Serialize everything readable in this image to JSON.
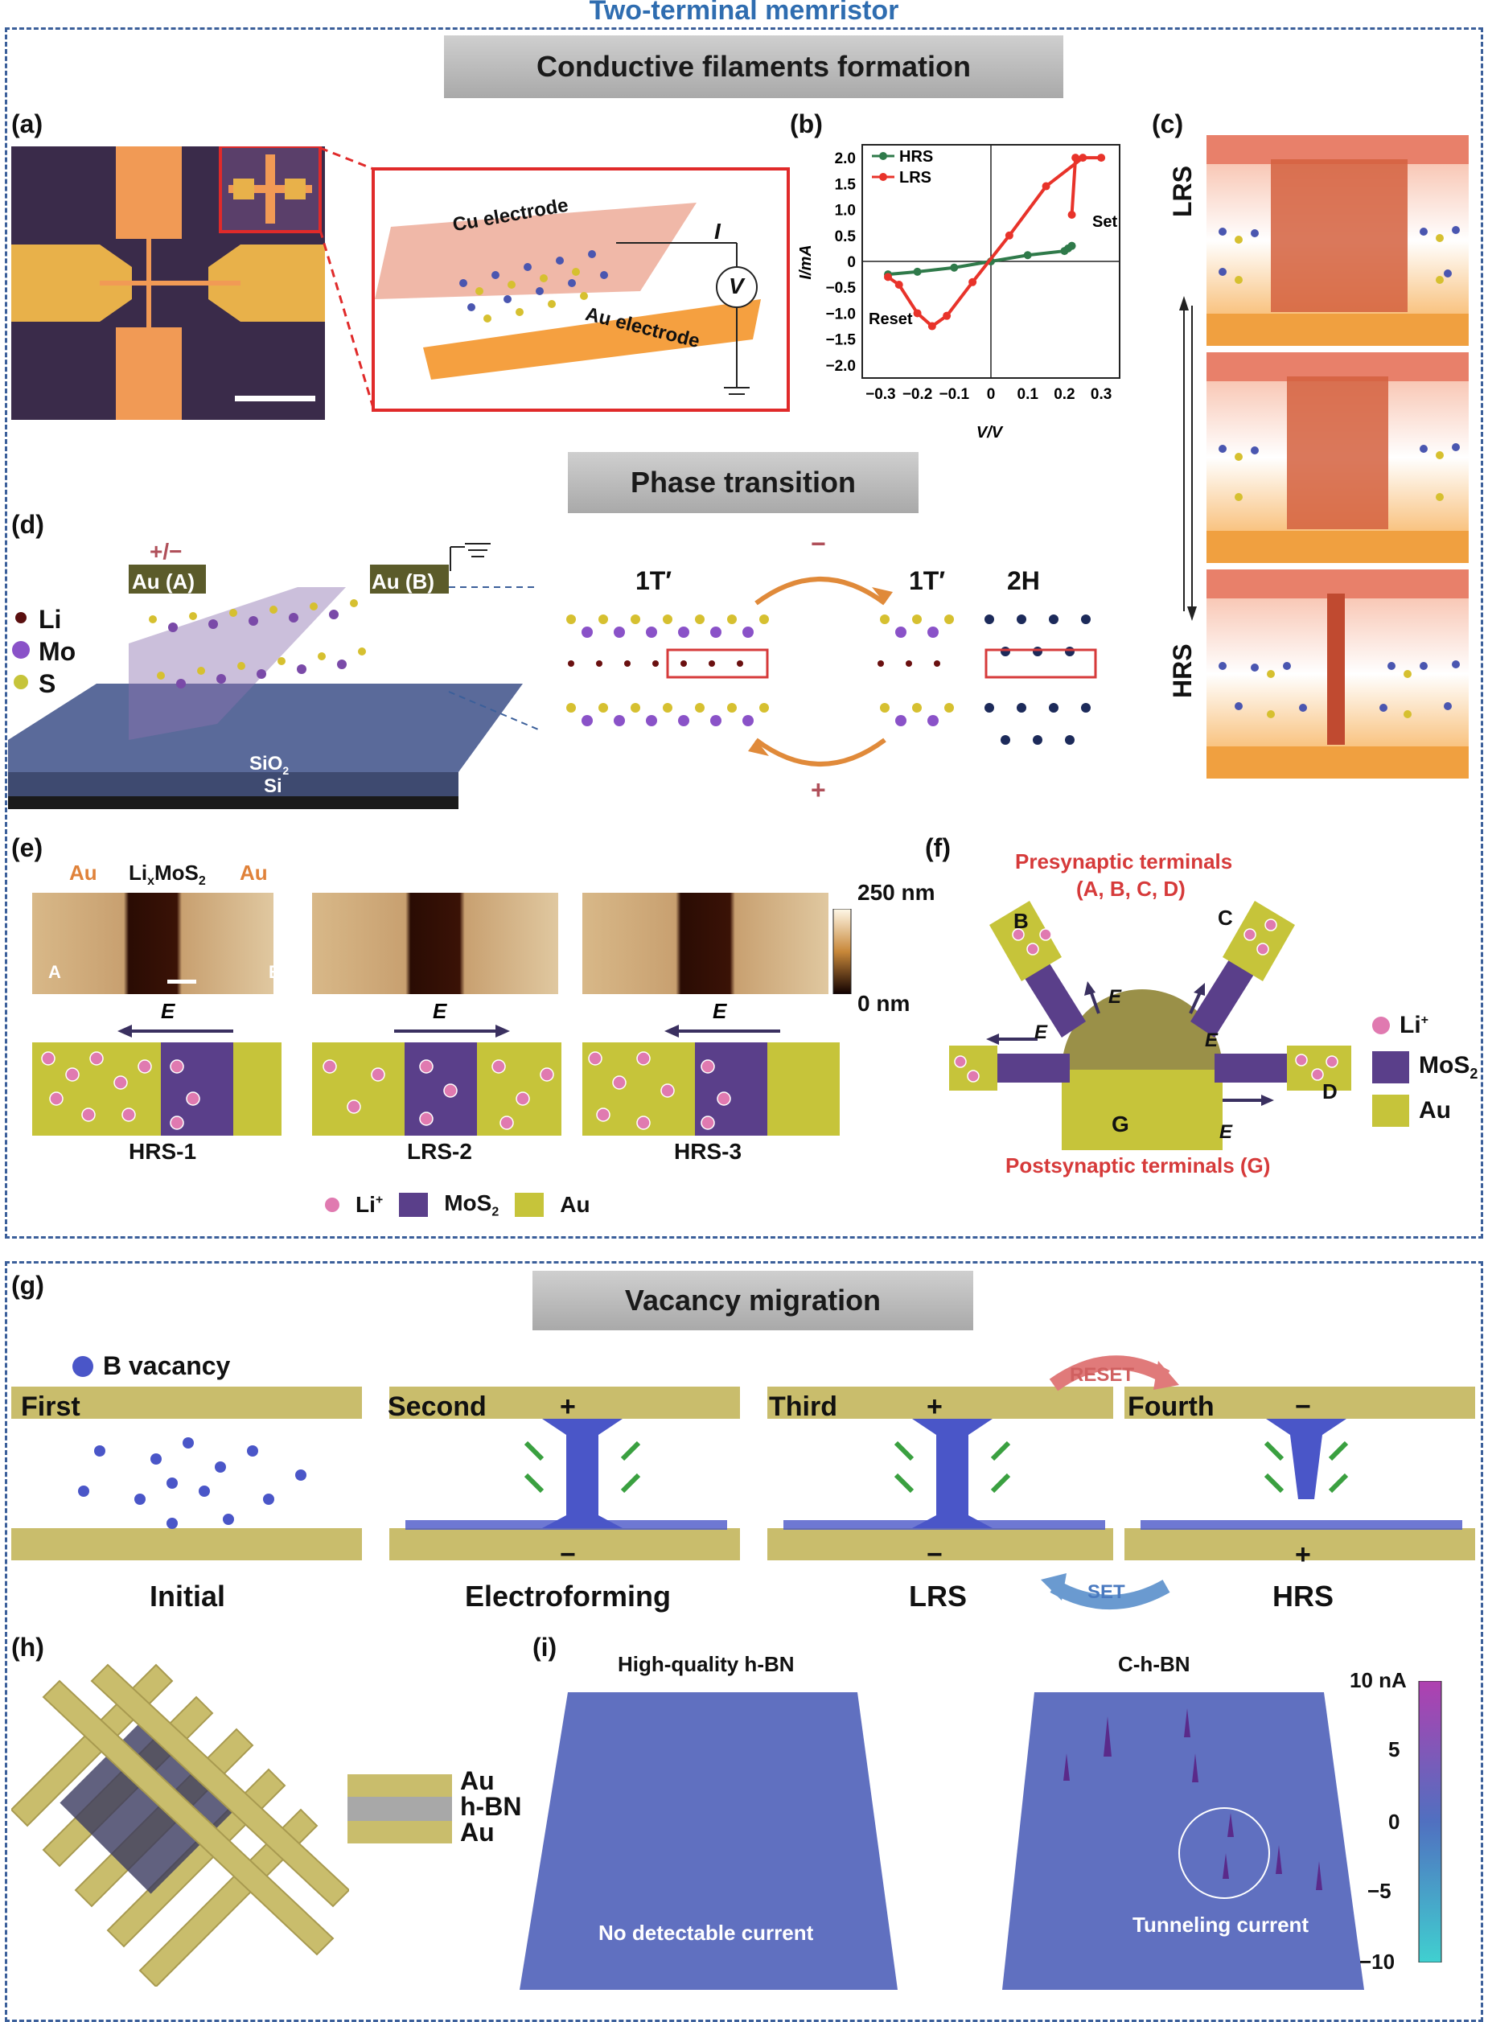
{
  "header": {
    "title": "Two-terminal memristor"
  },
  "sections": {
    "filaments": "Conductive filaments formation",
    "phase": "Phase transition",
    "vacancy": "Vacancy migration"
  },
  "panels": {
    "a": "(a)",
    "b": "(b)",
    "c": "(c)",
    "d": "(d)",
    "e": "(e)",
    "f": "(f)",
    "g": "(g)",
    "h": "(h)",
    "i": "(i)"
  },
  "panel_a": {
    "cu": "Cu electrode",
    "au": "Au electrode",
    "i": "I",
    "v": "V"
  },
  "chart_data": {
    "type": "line",
    "xlabel": "V/V",
    "ylabel": "I/mA",
    "xlim": [
      -0.35,
      0.35
    ],
    "ylim": [
      -2.25,
      2.25
    ],
    "xticks": [
      "−0.3",
      "−0.2",
      "−0.1",
      "0",
      "0.1",
      "0.2",
      "0.3"
    ],
    "yticks": [
      "2.0",
      "1.5",
      "1.0",
      "0.5",
      "0",
      "−0.5",
      "−1.0",
      "−1.5",
      "−2.0"
    ],
    "legend": [
      "HRS",
      "LRS"
    ],
    "annotations": [
      "Set",
      "Reset"
    ],
    "series": [
      {
        "name": "HRS",
        "color": "#2f7a4a",
        "x": [
          -0.28,
          -0.2,
          -0.1,
          0,
          0.1,
          0.2,
          0.21,
          0.22
        ],
        "y": [
          -0.25,
          -0.2,
          -0.12,
          0,
          0.12,
          0.2,
          0.25,
          0.3
        ]
      },
      {
        "name": "LRS",
        "color": "#e8332a",
        "x": [
          0.22,
          0.23,
          0.3,
          0.25,
          0.15,
          0.05,
          -0.05,
          -0.12,
          -0.16,
          -0.2,
          -0.25,
          -0.28
        ],
        "y": [
          0.9,
          2.0,
          2.0,
          2.0,
          1.45,
          0.5,
          -0.4,
          -1.05,
          -1.25,
          -1.0,
          -0.45,
          -0.3
        ]
      }
    ]
  },
  "panel_c": {
    "lrs": "LRS",
    "hrs": "HRS"
  },
  "panel_d": {
    "pm": "+/−",
    "au_a": "Au (A)",
    "au_b": "Au (B)",
    "li": "Li",
    "mo": "Mo",
    "s": "S",
    "sio2": "SiO",
    "sio2_sub": "2",
    "si": "Si",
    "t1": "1T′",
    "t2": "1T′",
    "h2": "2H",
    "minus": "−",
    "plus": "+"
  },
  "panel_e": {
    "au_left": "Au",
    "limos": "Li",
    "limos_x": "x",
    "limos_rest": "MoS",
    "limos_2": "2",
    "au_right": "Au",
    "a": "A",
    "b": "B",
    "scale_top": "250 nm",
    "scale_bot": "0 nm",
    "e": "E",
    "hrs1": "HRS-1",
    "lrs2": "LRS-2",
    "hrs3": "HRS-3",
    "leg_li": "Li",
    "leg_li_sup": "+",
    "leg_mos": "MoS",
    "leg_mos_sub": "2",
    "leg_au": "Au"
  },
  "panel_f": {
    "pre": "Presynaptic terminals",
    "pre2": "(A, B, C, D)",
    "post": "Postsynaptic terminals (G)",
    "b": "B",
    "c": "C",
    "d": "D",
    "g": "G",
    "e": "E",
    "leg_li": "Li",
    "leg_li_sup": "+",
    "leg_mos": "MoS",
    "leg_mos_sub": "2",
    "leg_au": "Au"
  },
  "panel_g": {
    "legend": "B vacancy",
    "first": "First",
    "second": "Second",
    "third": "Third",
    "fourth": "Fourth",
    "plus": "+",
    "minus": "−",
    "reset": "RESET",
    "set": "SET",
    "initial": "Initial",
    "electro": "Electroforming",
    "lrs": "LRS",
    "hrs": "HRS"
  },
  "panel_h": {
    "au1": "Au",
    "hbn": "h-BN",
    "au2": "Au"
  },
  "panel_i": {
    "left_title": "High-quality h-BN",
    "right_title": "C-h-BN",
    "left_note": "No detectable current",
    "right_note": "Tunneling current",
    "cb_top": "10 nA",
    "cb_5": "5",
    "cb_0": "0",
    "cb_m5": "−5",
    "cb_m10": "−10"
  },
  "colors": {
    "frame": "#3b5f9a",
    "au": "#c9c25a",
    "mos2": "#5a3f8a",
    "li": "#e07ab0",
    "red": "#d63a3a"
  }
}
